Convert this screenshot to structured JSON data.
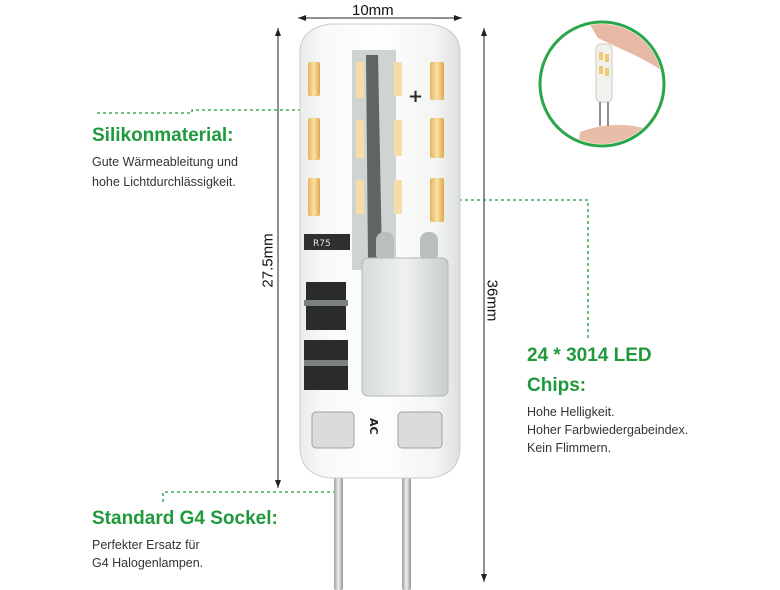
{
  "dimensions": {
    "width_label": "10mm",
    "body_height_label": "27.5mm",
    "total_height_label": "36mm"
  },
  "bulb": {
    "resistor_label": "R75",
    "ac_label": "AC"
  },
  "features": {
    "silicone": {
      "title": "Silikonmaterial:",
      "lines": [
        "Gute Wärmeableitung und",
        "hohe Lichtdurchlässigkeit."
      ]
    },
    "led": {
      "title_line1": "24 * 3014 LED",
      "title_line2": "Chips:",
      "lines": [
        "Hohe Helligkeit.",
        "Hoher Farbwiedergabeindex.",
        "Kein Flimmern."
      ]
    },
    "socket": {
      "title": "Standard G4 Sockel:",
      "lines": [
        "Perfekter Ersatz für",
        "G4 Halogenlampen."
      ]
    }
  },
  "colors": {
    "accent": "#1e9a3c",
    "led": "#f2c874",
    "pcb": "#a8adaa"
  },
  "inset": {
    "description_icon": "hand-holding-bulb"
  }
}
